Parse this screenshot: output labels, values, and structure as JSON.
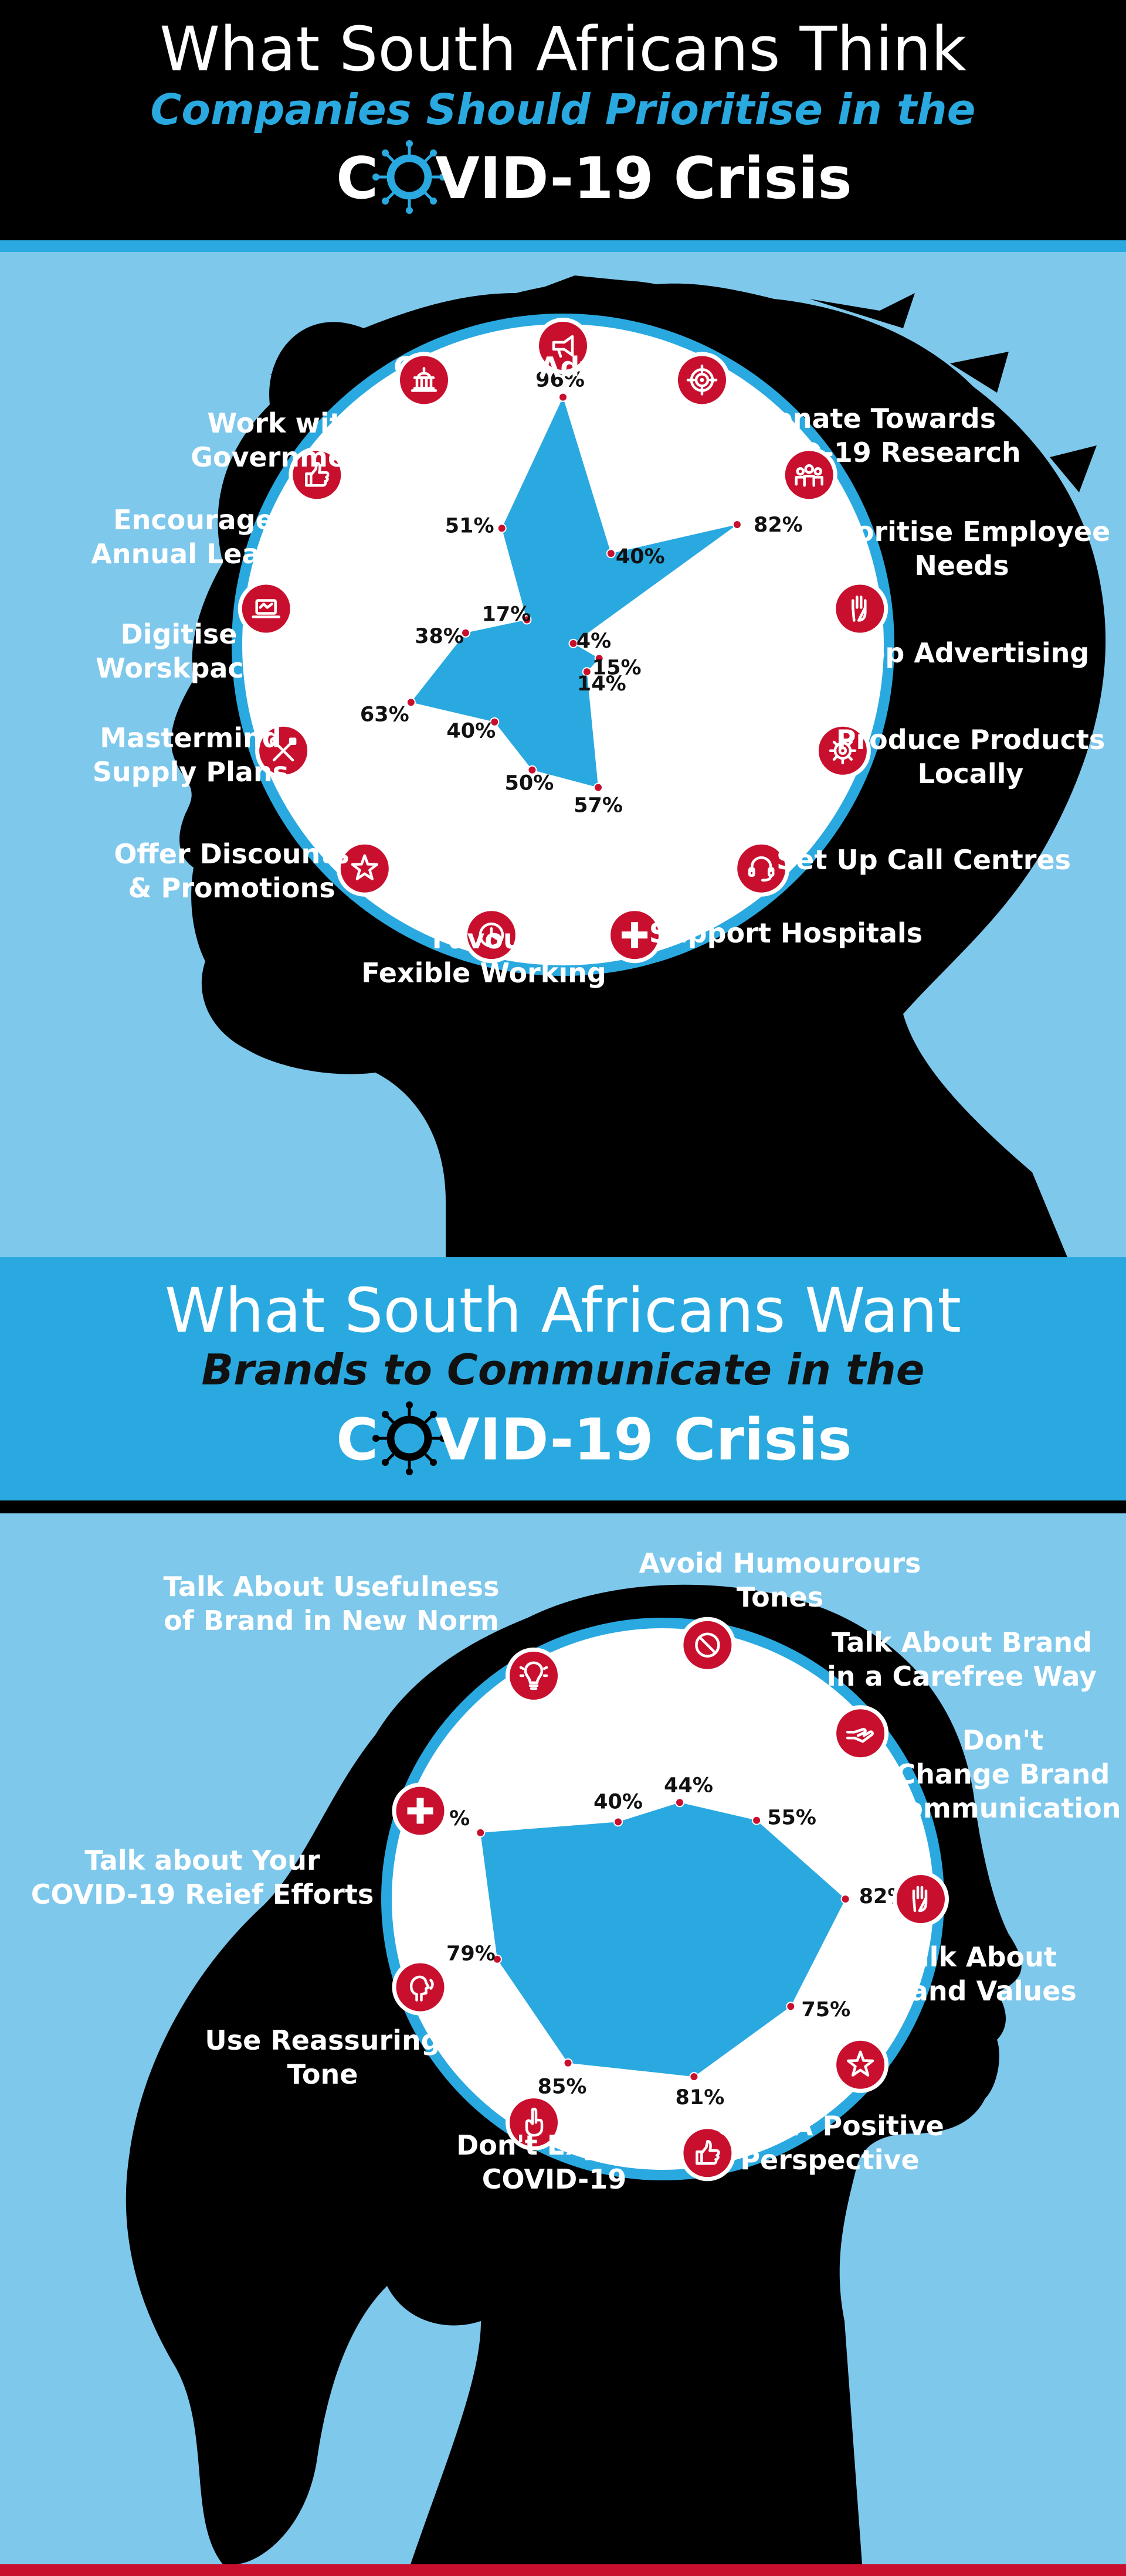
{
  "header1": {
    "line1": "What South Africans Think",
    "line2": "Companies Should Prioritise in the",
    "line3_before_o": "C",
    "line3_after_o": "VID-19 Crisis"
  },
  "header2": {
    "line1": "What South Africans Want",
    "line2": "Brands to Communicate in the",
    "line3_before_o": "C",
    "line3_after_o": "VID-19 Crisis"
  },
  "colors": {
    "light_blue": "#7ec8ec",
    "band_blue": "#29a9e0",
    "black": "#000000",
    "red": "#c8102e",
    "white": "#ffffff"
  },
  "chart_data": [
    {
      "type": "radar",
      "unit": "%",
      "range": [
        0,
        100
      ],
      "series": [
        {
          "values": [
            96,
            40,
            82,
            4,
            15,
            14,
            57,
            50,
            40,
            63,
            38,
            17,
            51
          ]
        }
      ],
      "categories": [
        {
          "label": [
            "Continue Advertising"
          ],
          "icon": "megaphone-icon"
        },
        {
          "label": [
            "Donate Towards",
            "COVID-19 Research"
          ],
          "icon": "target-icon"
        },
        {
          "label": [
            "Prioritise Employee",
            "Needs"
          ],
          "icon": "people-icon"
        },
        {
          "label": [
            "Stop Advertising"
          ],
          "icon": "hand-stop-icon"
        },
        {
          "label": [
            "Produce Products",
            "Locally"
          ],
          "icon": "gear-icon"
        },
        {
          "label": [
            "Set Up Call Centres"
          ],
          "icon": "headset-icon"
        },
        {
          "label": [
            "Support Hospitals"
          ],
          "icon": "medical-cross-icon"
        },
        {
          "label": [
            "Favour",
            "Fexible Working"
          ],
          "icon": "clock-icon"
        },
        {
          "label": [
            "Offer Discounts",
            "& Promotions"
          ],
          "icon": "star-icon"
        },
        {
          "label": [
            "Mastermind",
            "Supply Plans"
          ],
          "icon": "tools-icon"
        },
        {
          "label": [
            "Digitise",
            "Worskpace"
          ],
          "icon": "laptop-icon"
        },
        {
          "label": [
            "Encourage",
            "Annual Leave"
          ],
          "icon": "thumbs-up-icon"
        },
        {
          "label": [
            "Work with",
            "Government"
          ],
          "icon": "government-building-icon"
        }
      ]
    },
    {
      "type": "radar",
      "unit": "%",
      "range": [
        0,
        100
      ],
      "series": [
        {
          "values": [
            44,
            55,
            82,
            75,
            81,
            85,
            79,
            87,
            40
          ]
        }
      ],
      "categories": [
        {
          "label": [
            "Avoid Humourours",
            "Tones"
          ],
          "icon": "no-entry-icon"
        },
        {
          "label": [
            "Talk About Brand",
            "in a Carefree Way"
          ],
          "icon": "open-hand-icon"
        },
        {
          "label": [
            "Don't",
            "Change Brand",
            "Communication"
          ],
          "icon": "hand-stop-icon"
        },
        {
          "label": [
            "Talk About",
            "Brand Values"
          ],
          "icon": "star-icon"
        },
        {
          "label": [
            "Give A Positive",
            "Perspective"
          ],
          "icon": "thumbs-up-icon"
        },
        {
          "label": [
            "Don't Exploit",
            "COVID-19"
          ],
          "icon": "hand-pointing-icon"
        },
        {
          "label": [
            "Use Reassuring",
            "Tone"
          ],
          "icon": "speaking-head-icon"
        },
        {
          "label": [
            "Talk about Your",
            "COVID-19 Reief Efforts"
          ],
          "icon": "medical-cross-icon"
        },
        {
          "label": [
            "Talk About Usefulness",
            "of Brand in New Norm"
          ],
          "icon": "lightbulb-icon"
        }
      ]
    }
  ]
}
